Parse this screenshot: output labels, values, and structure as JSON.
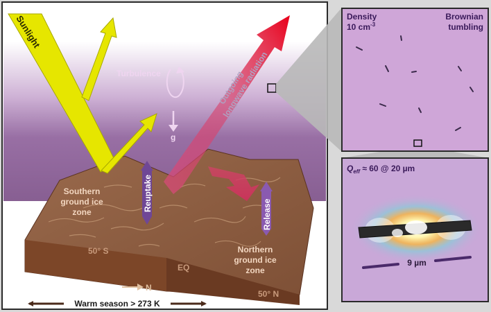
{
  "main_panel": {
    "sunlight": "Sunlight",
    "outgoing_line1": "Outgoing",
    "outgoing_line2": "longwave radiation",
    "turbulence": "Turbulence",
    "gravity": "g",
    "reuptake": "Reuptake",
    "release": "Release",
    "southern_zone": [
      "Southern",
      "ground ice",
      "zone"
    ],
    "northern_zone": [
      "Northern",
      "ground ice",
      "zone"
    ],
    "lat_south": "50° S",
    "equator": "EQ",
    "north_arrow": "N",
    "lat_north": "50° N",
    "season_bar": "Warm season > 273 K"
  },
  "inset_top": {
    "density_line1": "Density",
    "density_value": "10 cm",
    "density_exp": "-3",
    "brownian_line1": "Brownian",
    "brownian_line2": "tumbling"
  },
  "inset_bottom": {
    "q_symbol": "Q",
    "q_sub": "eff",
    "q_text": " ≈ 60 @ 20 µm",
    "scale": "9 µm"
  },
  "colors": {
    "sunlight": "#e6e600",
    "outgoing": "#e8102a",
    "terrain": "#7a4a2e",
    "atmosphere": "#8a5a9a",
    "label_purple": "#5a2a70",
    "label_light": "#efd5f0"
  }
}
